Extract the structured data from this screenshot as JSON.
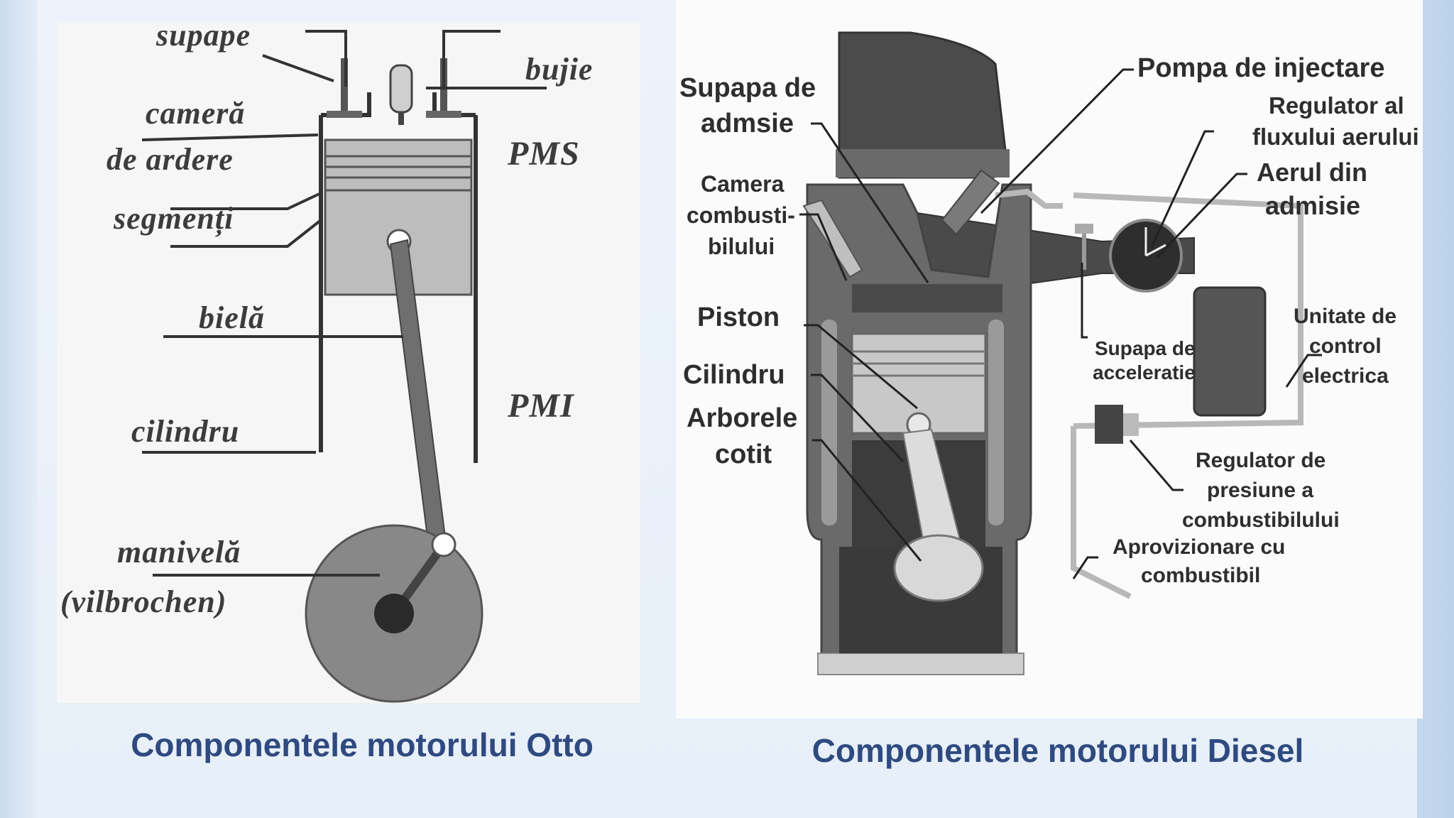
{
  "otto": {
    "labels": {
      "supape": "supape",
      "bujie": "bujie",
      "camera": "cameră",
      "de_ardere": "de ardere",
      "segmenti": "segmenți",
      "biela": "bielă",
      "cilindru": "cilindru",
      "manivela": "manivelă",
      "vilbrochen": "(vilbrochen)",
      "pms": "PMS",
      "pmi": "PMI"
    },
    "caption": "Componentele motorului Otto"
  },
  "diesel": {
    "labels": {
      "supapa_admsie_1": "Supapa de",
      "supapa_admsie_2": "admsie",
      "camera_1": "Camera",
      "camera_2": "combusti-",
      "camera_3": "bilului",
      "piston": "Piston",
      "cilindru": "Cilindru",
      "arborele_1": "Arborele",
      "arborele_2": "cotit",
      "pompa": "Pompa de injectare",
      "regulator_aer_1": "Regulator al",
      "regulator_aer_2": "fluxului aerului",
      "aerul_1": "Aerul din",
      "aerul_2": "admisie",
      "supapa_acc_1": "Supapa de",
      "supapa_acc_2": "acceleratie",
      "unitate_1": "Unitate de",
      "unitate_2": "control",
      "unitate_3": "electrica",
      "reg_presiune_1": "Regulator de",
      "reg_presiune_2": "presiune a",
      "reg_presiune_3": "combustibilului",
      "aprov_1": "Aprovizionare cu",
      "aprov_2": "combustibil"
    },
    "caption": "Componentele motorului Diesel"
  },
  "colors": {
    "caption": "#2f4a80",
    "otto_metal": "#b8b8b8",
    "diesel_dark": "#4a4a4a"
  }
}
